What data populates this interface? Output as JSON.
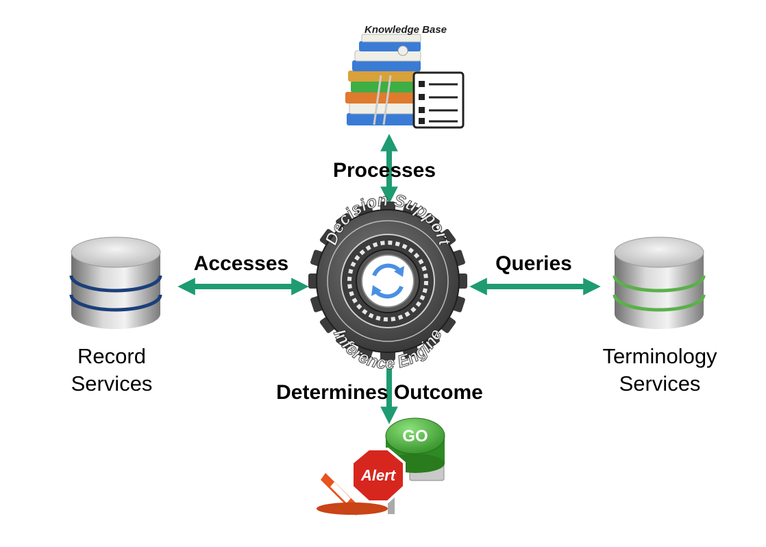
{
  "colors": {
    "arrow": "#1e9b72",
    "record_band": "#1b3f7a",
    "terminology_band": "#5bb04a"
  },
  "knowledge_base": {
    "title": "Knowledge Base",
    "icon": "books-checklist-icon"
  },
  "engine": {
    "top_text": "Decision Support",
    "bottom_text": "Inference Engine",
    "icon": "refresh-icon"
  },
  "labels": {
    "processes": "Processes",
    "accesses": "Accesses",
    "queries": "Queries",
    "determines_outcome": "Determines Outcome"
  },
  "record_services": {
    "line1": "Record",
    "line2": "Services",
    "icon": "database-icon"
  },
  "terminology_services": {
    "line1": "Terminology",
    "line2": "Services",
    "icon": "database-icon"
  },
  "outcome": {
    "go_label": "GO",
    "alert_label": "Alert",
    "icon": "alert-go-icon"
  }
}
